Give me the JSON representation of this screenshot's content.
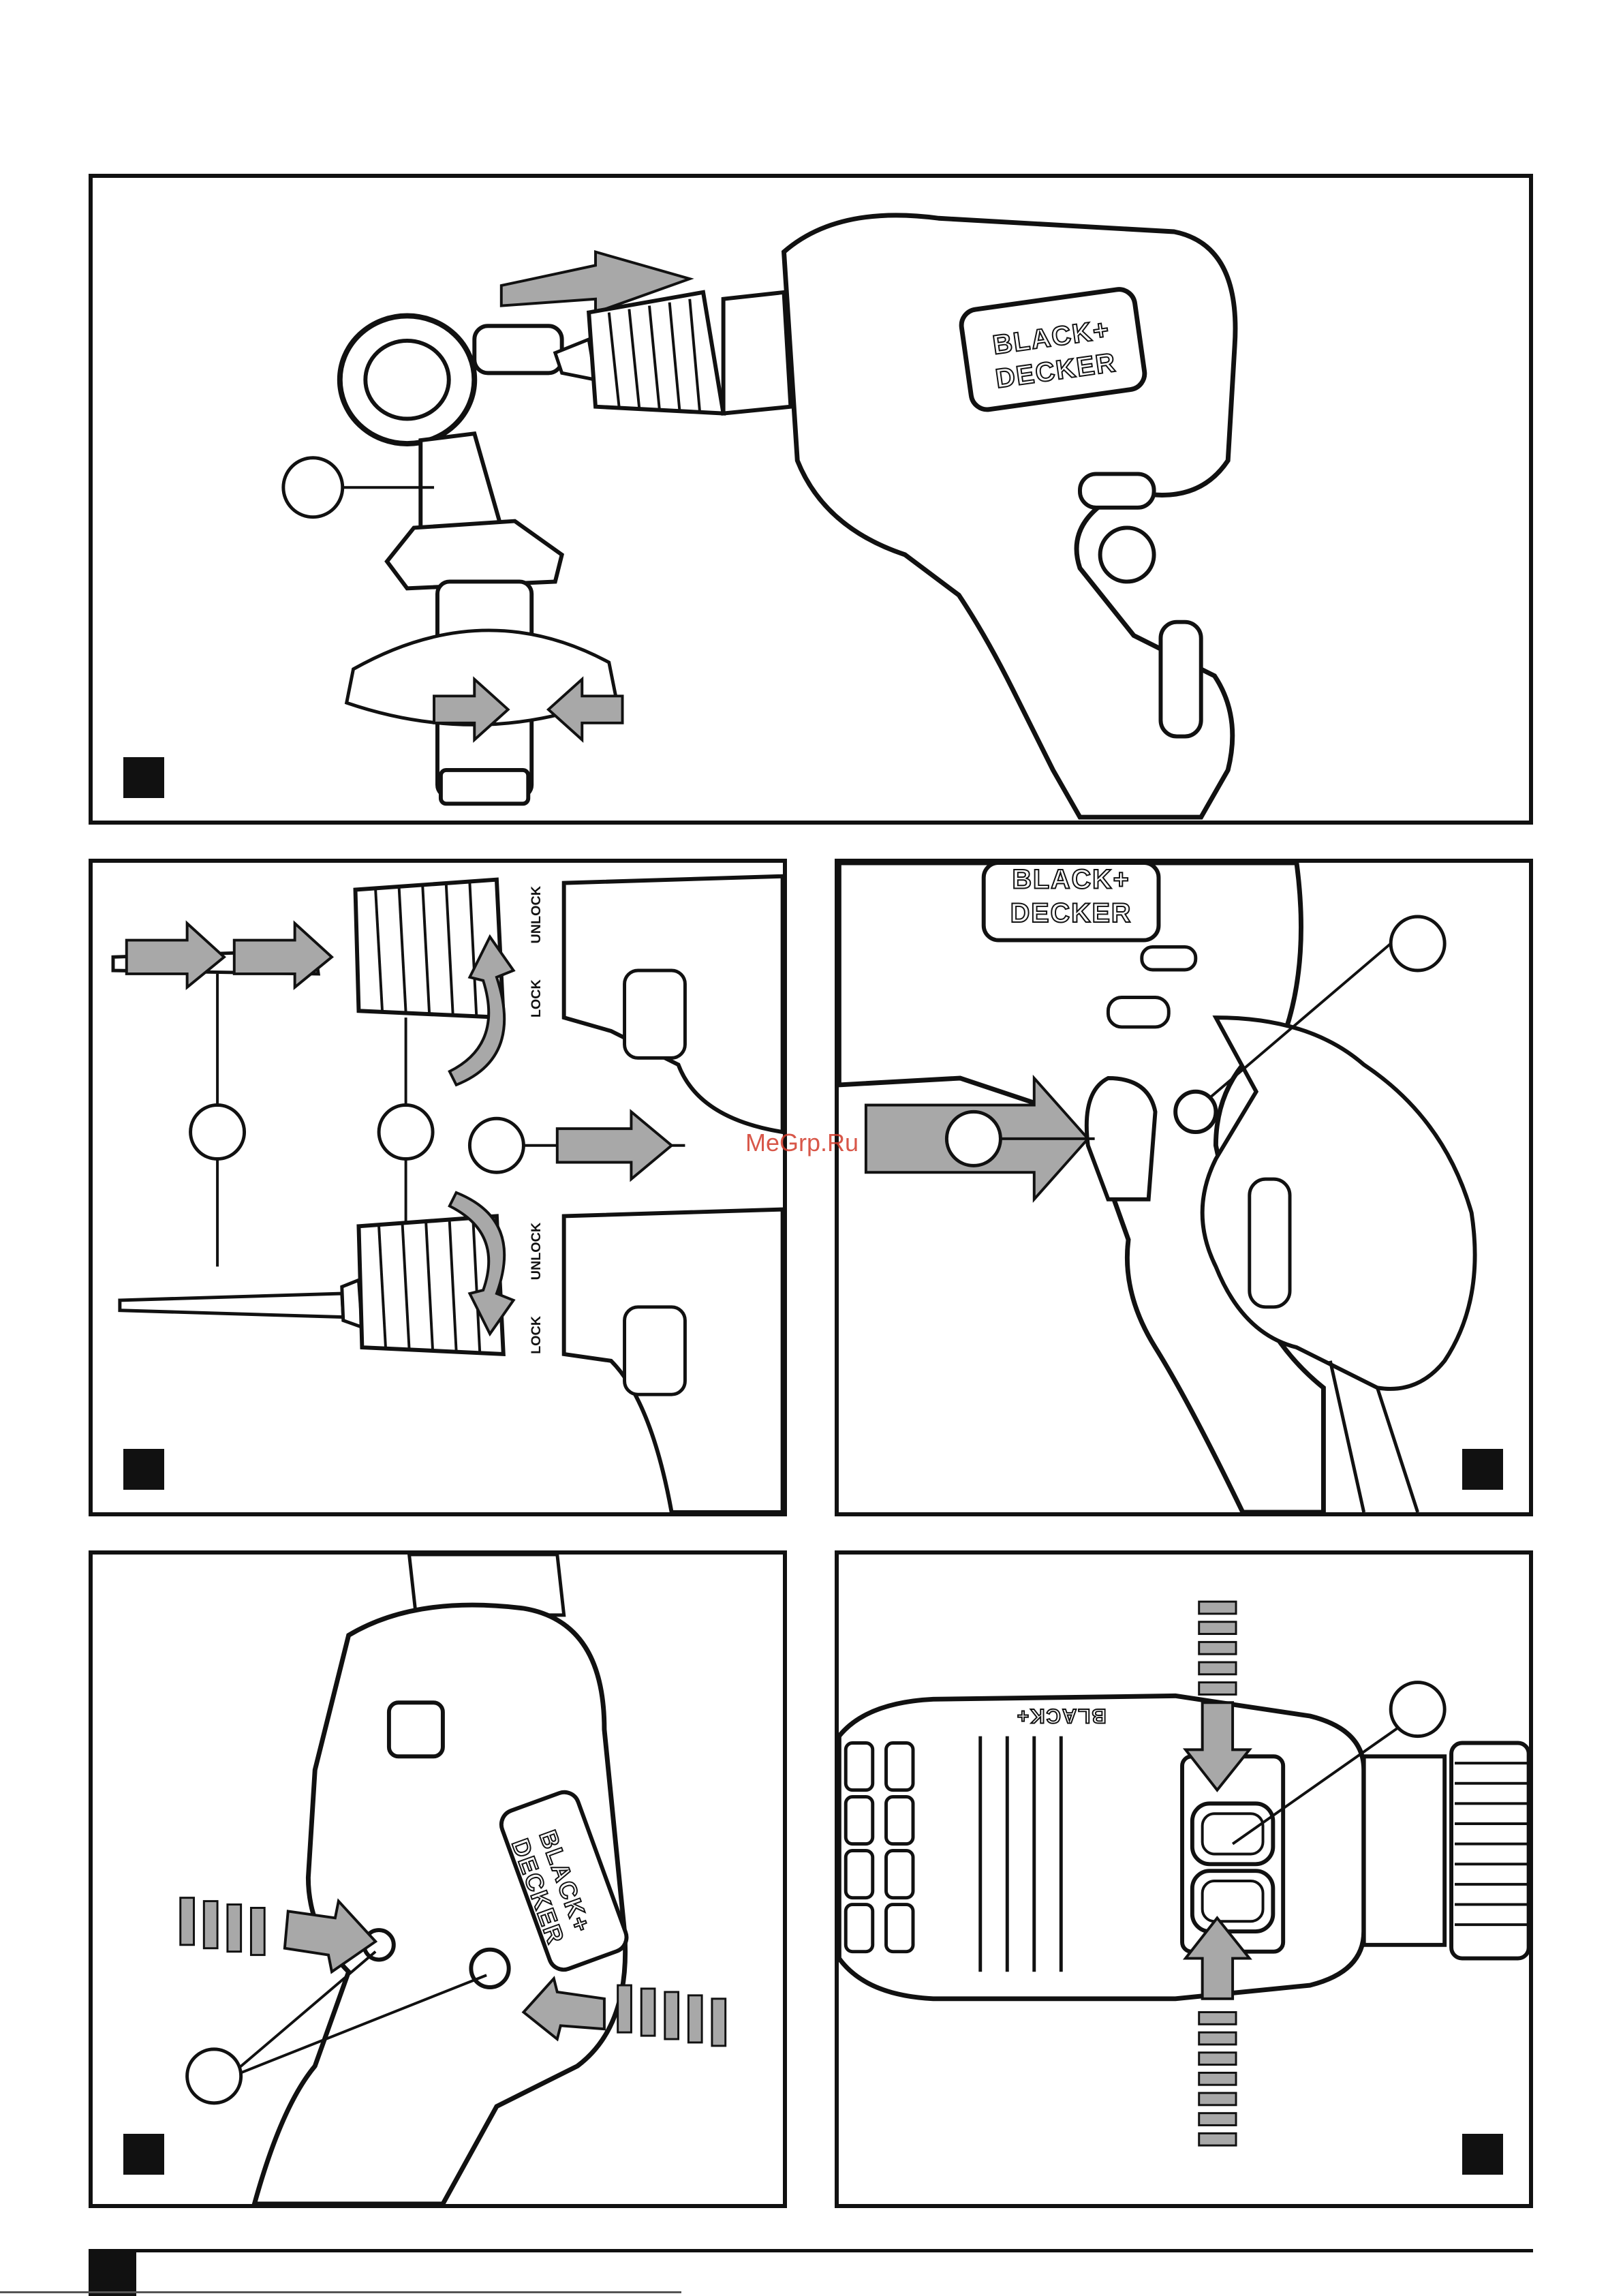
{
  "panels": {
    "p1": {
      "brand_line1": "BLACK+",
      "brand_line2": "DECKER"
    },
    "p2": {
      "unlock_label": "UNLOCK",
      "lock_label": "LOCK"
    },
    "p3": {
      "brand_line1": "BLACK+",
      "brand_line2": "DECKER"
    },
    "p4": {
      "brand_line1": "BLACK+",
      "brand_line2": "DECKER"
    },
    "p5": {
      "brand_mirrored": "BLACK+"
    }
  },
  "watermark": "MeGrp.Ru",
  "colors": {
    "line": "#111111",
    "arrow_fill": "#a8a8a8",
    "watermark": "#d23a2a"
  }
}
